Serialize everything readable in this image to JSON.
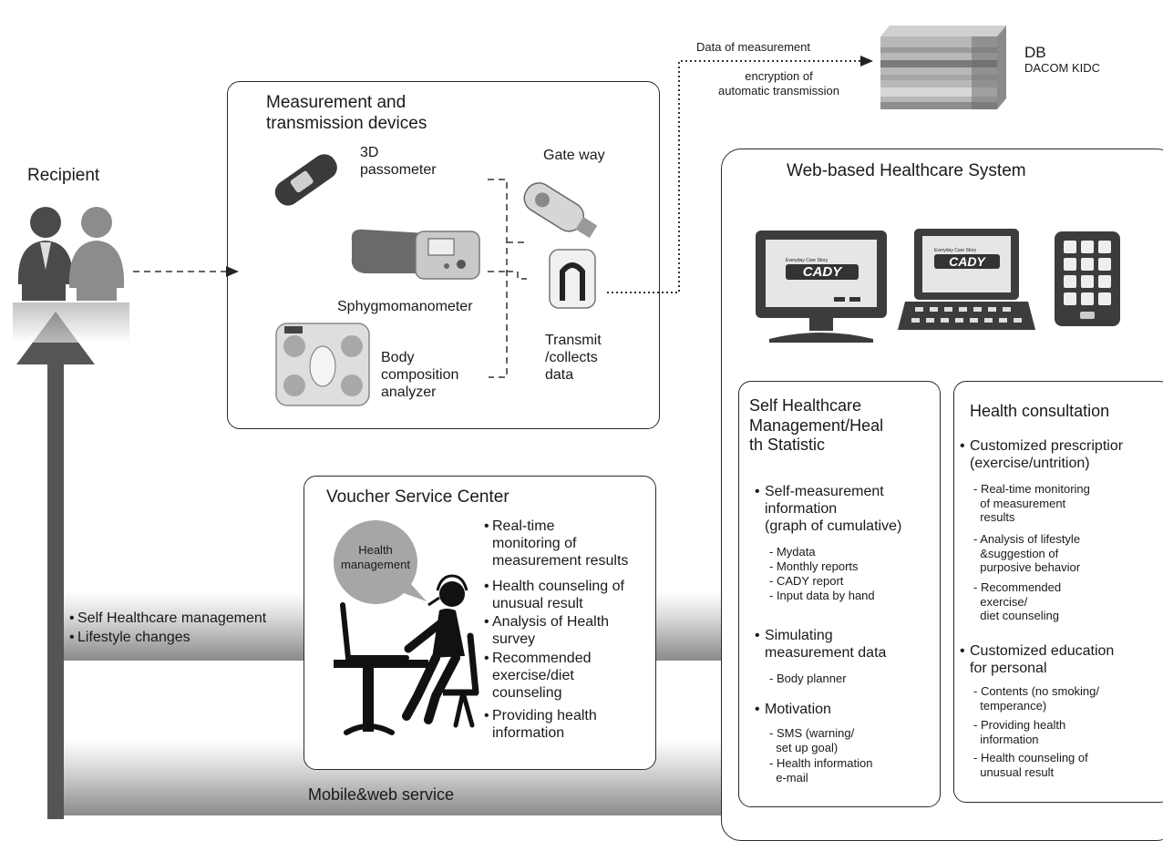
{
  "recipient": {
    "label": "Recipient"
  },
  "devices": {
    "title": "Measurement and\ntransmission devices",
    "passometer": "3D\npassometer",
    "sphygmomanometer": "Sphygmomanometer",
    "body_composition": "Body\ncomposition\nanalyzer",
    "gateway": "Gate way",
    "transmit": "Transmit\n/collects\ndata"
  },
  "db": {
    "label": "DB",
    "sublabel": "DACOM KIDC",
    "data_label": "Data of measurement",
    "encryption": "encryption of\nautomatic transmission"
  },
  "web": {
    "title": "Web-based Healthcare System",
    "screen_logo": "CADY",
    "screen_small": "Everyday Care Story"
  },
  "self": {
    "title": "Self Healthcare\nManagement/Heal\nth Statistic",
    "b1": "Self-measurement\ninformation\n(graph of cumulative)",
    "b1_items": [
      "- Mydata",
      "- Monthly reports",
      "- CADY report",
      "- Input data by hand"
    ],
    "b2": "Simulating\nmeasurement data",
    "b2_items": [
      "- Body planner"
    ],
    "b3": "Motivation",
    "b3_items": [
      "- SMS (warning/\n  set up goal)",
      "- Health information\n  e-mail"
    ]
  },
  "consult": {
    "title": "Health consultation",
    "b1": "Customized prescriptior\n(exercise/untrition)",
    "b1_items": [
      "- Real-time monitoring\n  of measurement\n  results",
      "- Analysis of lifestyle\n  &suggestion of\n  purposive behavior",
      "- Recommended\n  exercise/\n  diet counseling"
    ],
    "b2": "Customized education\nfor personal",
    "b2_items": [
      "- Contents (no smoking/\n  temperance)",
      "- Providing health\n  information",
      "- Health counseling of\n  unusual result"
    ]
  },
  "voucher": {
    "title": "Voucher Service Center",
    "bubble": "Health\nmanagement",
    "items": [
      "Real-time\nmonitoring of\nmeasurement results",
      "Health counseling of\nunusual result",
      "Analysis of Health\nsurvey",
      "Recommended\nexercise/diet\ncounseling",
      "Providing health\ninformation"
    ]
  },
  "band": {
    "items": [
      "Self Healthcare management",
      "Lifestyle changes"
    ],
    "mobile": "Mobile&web service"
  }
}
